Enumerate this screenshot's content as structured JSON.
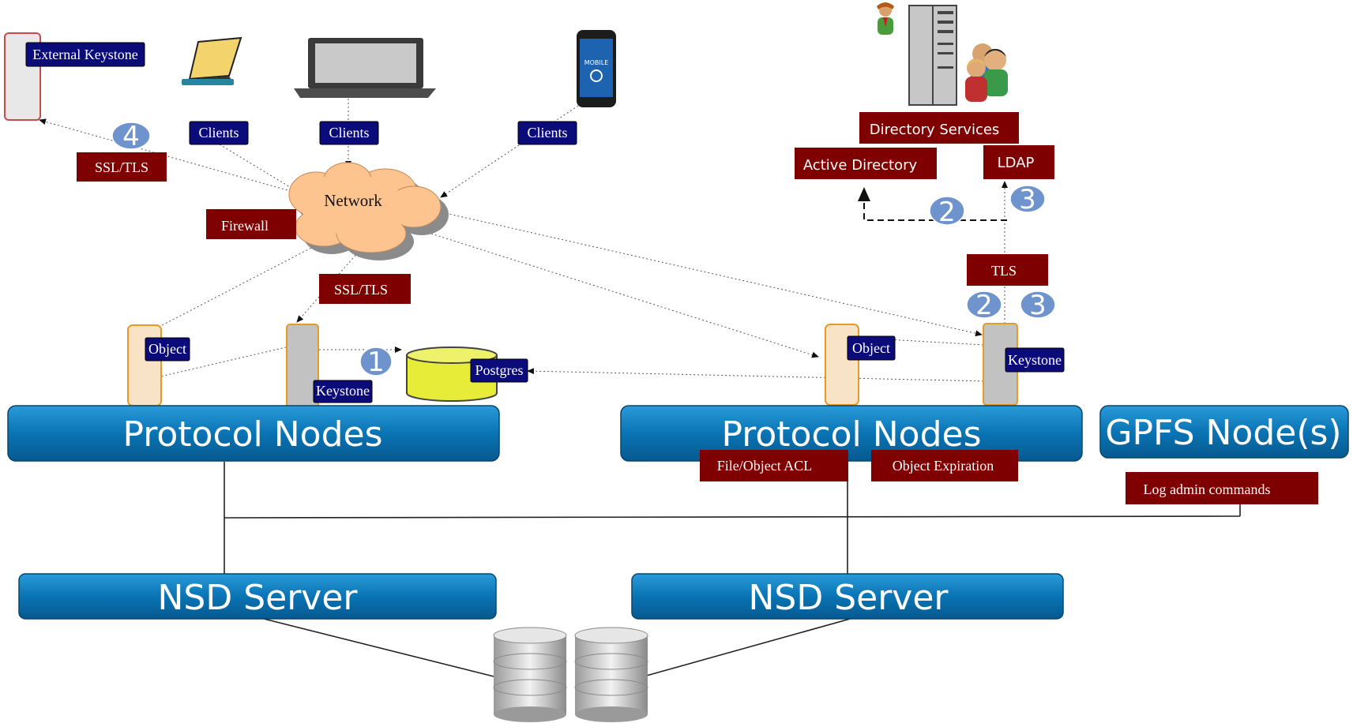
{
  "labels": {
    "external_keystone": "External Keystone",
    "clients_1": "Clients",
    "clients_2": "Clients",
    "clients_3": "Clients",
    "directory_services": "Directory Services",
    "active_directory": "Active Directory",
    "ldap": "LDAP",
    "ssl_tls_left": "SSL/TLS",
    "ssl_tls_center": "SSL/TLS",
    "network": "Network",
    "firewall": "Firewall",
    "tls": "TLS",
    "object_left": "Object",
    "keystone_left": "Keystone",
    "postgres": "Postgres",
    "object_right": "Object",
    "keystone_right": "Keystone",
    "protocol_nodes_left": "Protocol Nodes",
    "protocol_nodes_right": "Protocol Nodes",
    "gpfs_nodes": "GPFS Node(s)",
    "file_object_acl": "File/Object ACL",
    "object_expiration": "Object Expiration",
    "log_admin_commands": "Log admin commands",
    "nsd_server_left": "NSD Server",
    "nsd_server_right": "NSD Server",
    "mobile_text": "MOBILE"
  },
  "step_numbers": {
    "ext_keystone": "4",
    "postgres": "1",
    "ad_link": "2",
    "ldap_link": "3",
    "tls_left": "2",
    "tls_right": "3"
  },
  "colors": {
    "node_bar": "#0a74b4",
    "label_blue": "#0b0b7a",
    "label_red": "#7f0000",
    "step_circle": "#6f93cc",
    "cloud": "#fdc490",
    "database": "#e6ec38"
  },
  "icons": [
    "laptop-icon",
    "notebook-icon",
    "mobile-phone-icon",
    "server-icon",
    "user-icon",
    "user-group-icon",
    "cloud-icon",
    "database-icon",
    "disk-stack-icon"
  ]
}
